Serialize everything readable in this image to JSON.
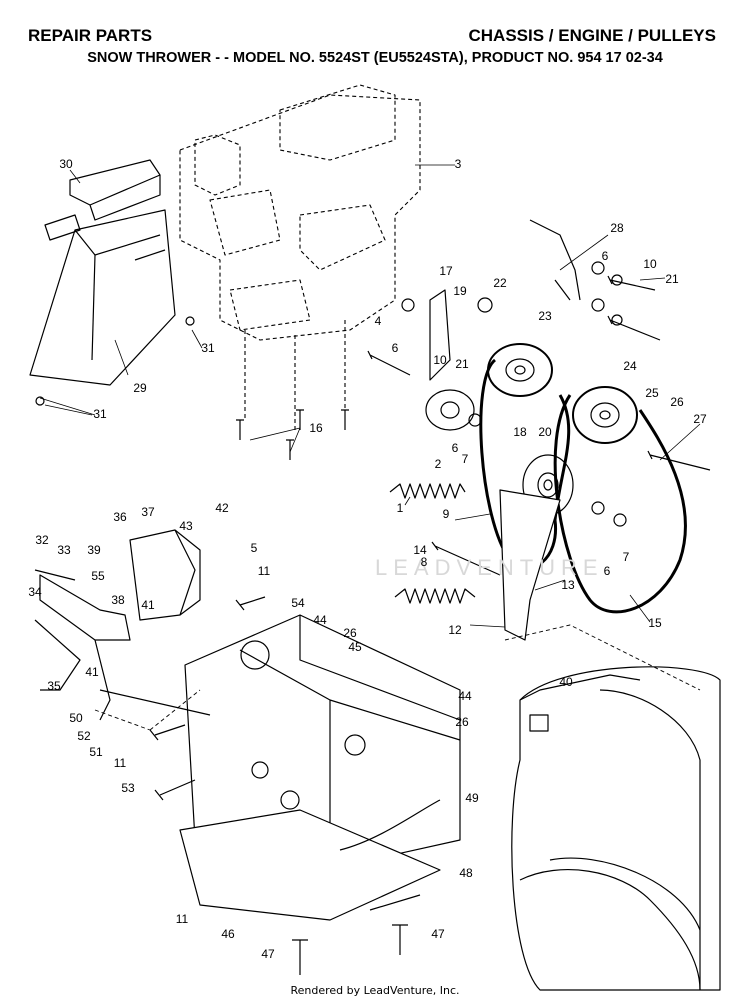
{
  "header": {
    "left": "REPAIR PARTS",
    "right": "CHASSIS / ENGINE / PULLEYS",
    "subtitle": "SNOW THROWER - - MODEL NO. 5524ST (EU5524STA), PRODUCT NO. 954 17 02-34"
  },
  "watermark": "LEADVENTURE",
  "footer": "Rendered by LeadVenture, Inc.",
  "callouts": [
    "1",
    "2",
    "3",
    "4",
    "5",
    "6",
    "7",
    "8",
    "9",
    "10",
    "11",
    "12",
    "13",
    "14",
    "15",
    "16",
    "17",
    "18",
    "19",
    "20",
    "21",
    "22",
    "23",
    "24",
    "25",
    "26",
    "27",
    "28",
    "29",
    "30",
    "31",
    "32",
    "33",
    "34",
    "35",
    "36",
    "37",
    "38",
    "39",
    "40",
    "41",
    "42",
    "43",
    "44",
    "45",
    "46",
    "47",
    "48",
    "49",
    "50",
    "51",
    "52",
    "53",
    "54",
    "55"
  ]
}
